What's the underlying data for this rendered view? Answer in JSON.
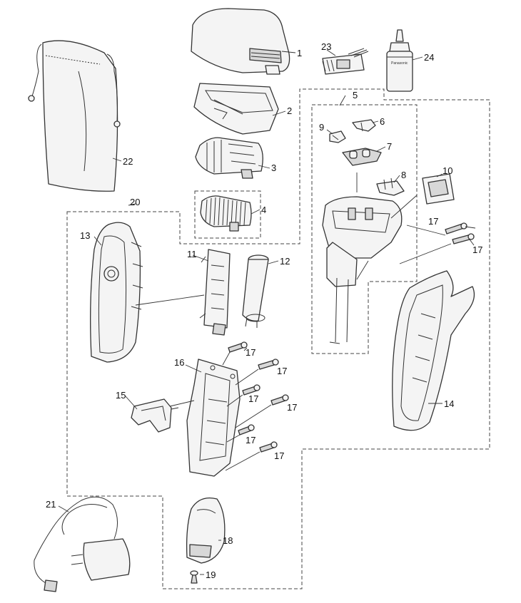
{
  "parts": [
    {
      "id": "p1",
      "label": "1"
    },
    {
      "id": "p2",
      "label": "2"
    },
    {
      "id": "p3",
      "label": "3"
    },
    {
      "id": "p4",
      "label": "4"
    },
    {
      "id": "p5",
      "label": "5"
    },
    {
      "id": "p6",
      "label": "6"
    },
    {
      "id": "p7",
      "label": "7"
    },
    {
      "id": "p8",
      "label": "8"
    },
    {
      "id": "p9",
      "label": "9"
    },
    {
      "id": "p10",
      "label": "10"
    },
    {
      "id": "p11",
      "label": "11"
    },
    {
      "id": "p12",
      "label": "12"
    },
    {
      "id": "p13",
      "label": "13"
    },
    {
      "id": "p14",
      "label": "14"
    },
    {
      "id": "p15",
      "label": "15"
    },
    {
      "id": "p16",
      "label": "16"
    },
    {
      "id": "p17",
      "label": "17"
    },
    {
      "id": "p18",
      "label": "18"
    },
    {
      "id": "p19",
      "label": "19"
    },
    {
      "id": "p20",
      "label": "20"
    },
    {
      "id": "p21",
      "label": "21"
    },
    {
      "id": "p22",
      "label": "22"
    },
    {
      "id": "p23",
      "label": "23"
    },
    {
      "id": "p24",
      "label": "24"
    }
  ]
}
